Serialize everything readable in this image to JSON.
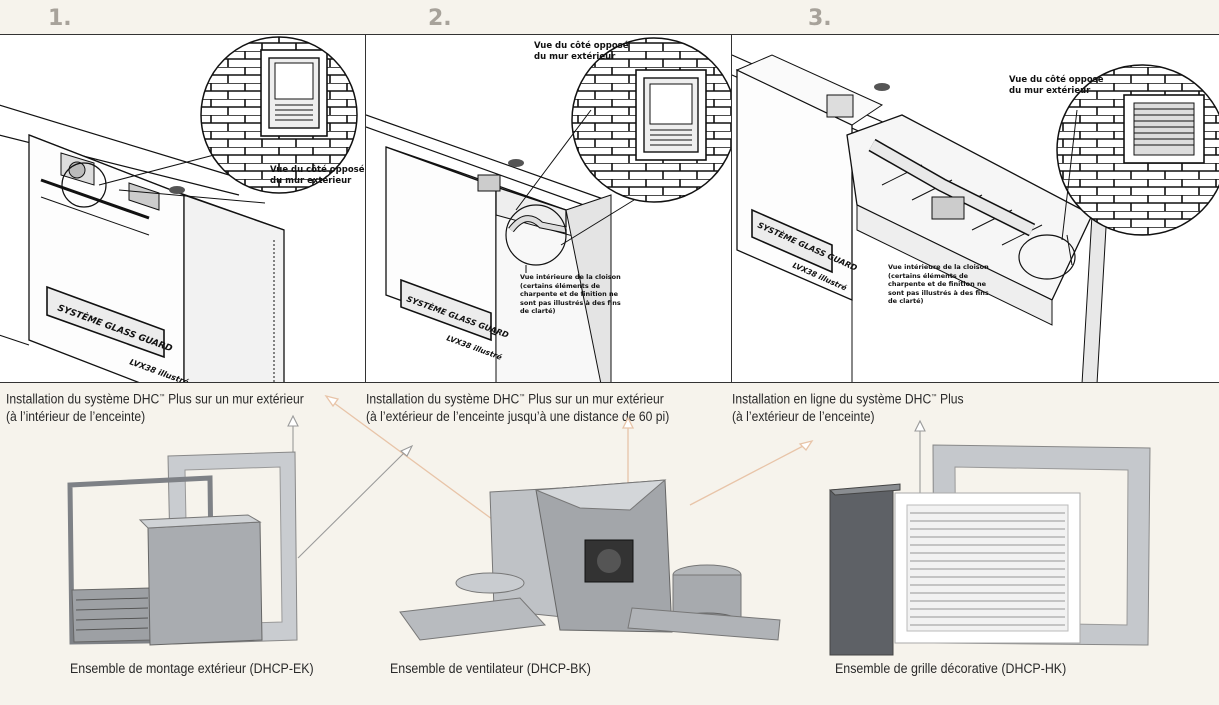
{
  "steps": [
    {
      "number": "1.",
      "caption_line1": "Installation du système DHC",
      "caption_tm": "™",
      "caption_line1_end": " Plus sur un mur extérieur",
      "caption_line2": "(à l’intérieur de l’enceinte)",
      "callouts": {
        "exterior_view_1": "Vue du côté opposé",
        "exterior_view_2": "du mur extérieur"
      },
      "sign": "SYSTÈME GLASS GUARD",
      "model": "LVX38 illustré"
    },
    {
      "number": "2.",
      "caption_line1": "Installation du système DHC",
      "caption_tm": "™",
      "caption_line1_end": " Plus sur un mur extérieur",
      "caption_line2": "(à l’extérieur de l’enceinte jusqu’à une distance de 60 pi)",
      "callouts": {
        "exterior_view_1": "Vue du côté opposé",
        "exterior_view_2": "du mur extérieur",
        "interior_1": "Vue intérieure de la cloison",
        "interior_2": "(certains éléments de",
        "interior_3": "charpente et de finition ne",
        "interior_4": "sont pas illustrés à des fins",
        "interior_5": "de clarté)"
      },
      "sign": "SYSTÈME GLASS GUARD",
      "model": "LVX38 illustré"
    },
    {
      "number": "3.",
      "caption_line1": "Installation en ligne du système DHC",
      "caption_tm": "™",
      "caption_line1_end": " Plus",
      "caption_line2": "(à l’extérieur de l’enceinte)",
      "callouts": {
        "exterior_view_1": "Vue du côté opposé",
        "exterior_view_2": "du mur extérieur",
        "interior_1": "Vue intérieure de la cloison",
        "interior_2": "(certains éléments de",
        "interior_3": "charpente et de finition ne",
        "interior_4": "sont pas illustrés à des fins",
        "interior_5": "de clarté)"
      },
      "sign": "SYSTÈME GLASS GUARD",
      "model": "LVX38 illustré"
    }
  ],
  "kits": [
    {
      "label": "Ensemble de montage extérieur (DHCP-EK)",
      "icon": "exterior-mount-kit"
    },
    {
      "label": "Ensemble de ventilateur (DHCP-BK)",
      "icon": "fan-kit"
    },
    {
      "label": "Ensemble de grille décorative (DHCP-HK)",
      "icon": "decorative-grille-kit"
    }
  ],
  "colors": {
    "background": "#f6f3ec",
    "step_number": "#a7a29a",
    "arrow": "#e8c4a8",
    "line_art": "#1a1a1a",
    "metal": "#b9bcc0"
  }
}
